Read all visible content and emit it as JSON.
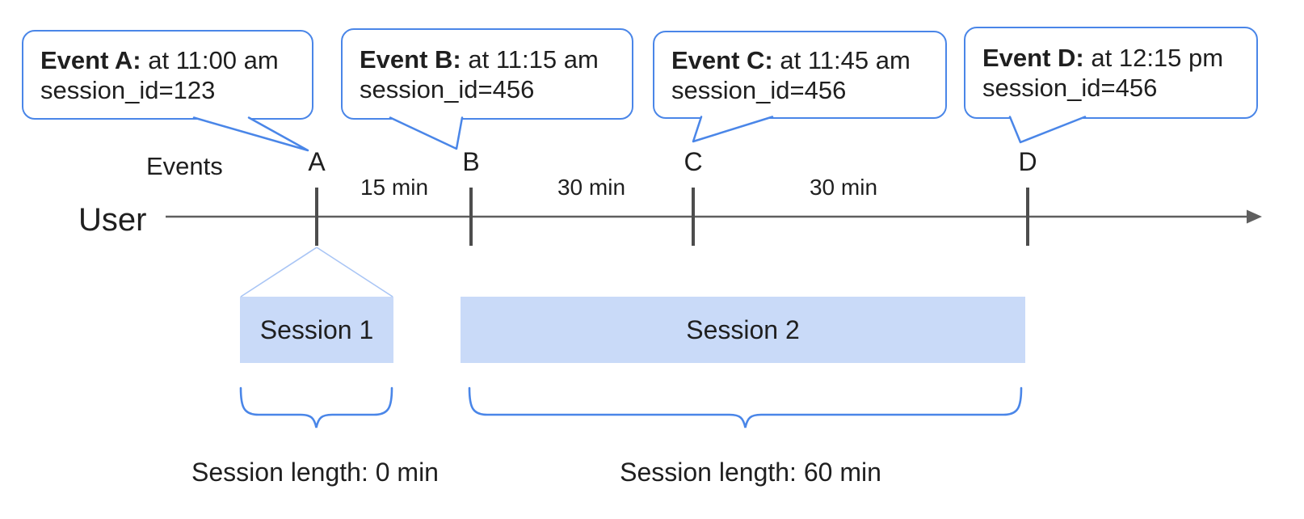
{
  "colors": {
    "accent_blue": "#4a86e8",
    "session_fill": "#c9daf8",
    "funnel_blue": "#a9c5f5",
    "axis_gray": "#5f5f5f",
    "tick_gray": "#4d4d4d",
    "text_black": "#1f1f1f"
  },
  "axis": {
    "user_label": "User",
    "events_label": "Events"
  },
  "events": [
    {
      "label": "A",
      "callout": {
        "title": "Event A:",
        "time": "at 11:00 am",
        "session": "session_id=123"
      }
    },
    {
      "label": "B",
      "callout": {
        "title": "Event B:",
        "time": "at 11:15 am",
        "session": "session_id=456"
      }
    },
    {
      "label": "C",
      "callout": {
        "title": "Event C:",
        "time": "at 11:45 am",
        "session": "session_id=456"
      }
    },
    {
      "label": "D",
      "callout": {
        "title": "Event D:",
        "time": "at 12:15 pm",
        "session": "session_id=456"
      }
    }
  ],
  "intervals": [
    {
      "label": "15 min"
    },
    {
      "label": "30 min"
    },
    {
      "label": "30 min"
    }
  ],
  "sessions": [
    {
      "label": "Session 1",
      "length_label": "Session length: 0 min"
    },
    {
      "label": "Session 2",
      "length_label": "Session length: 60 min"
    }
  ]
}
